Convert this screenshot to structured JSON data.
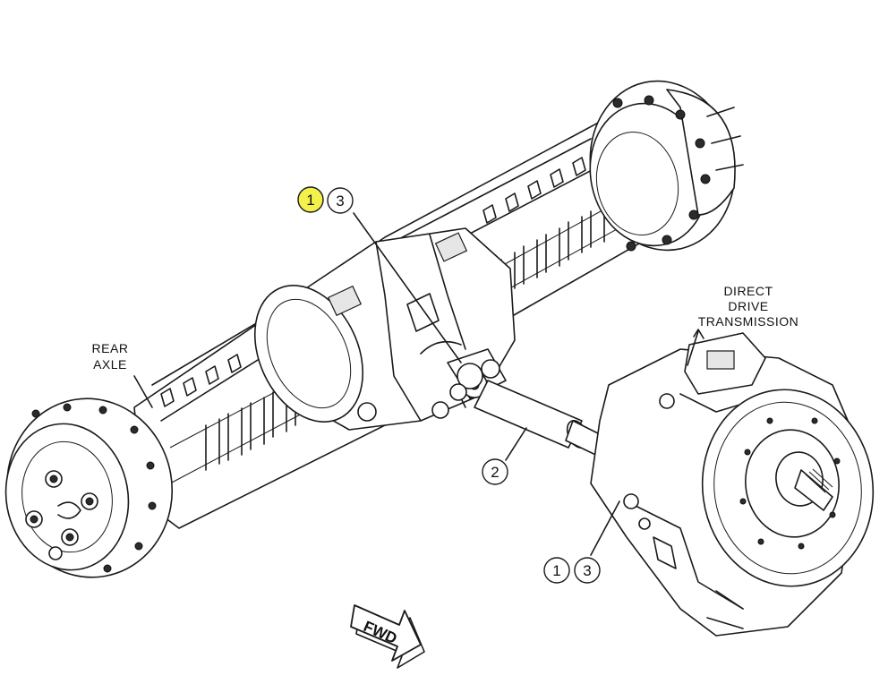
{
  "labels": {
    "rear_axle_line1": "REAR",
    "rear_axle_line2": "AXLE",
    "transmission_line1": "DIRECT",
    "transmission_line2": "DRIVE",
    "transmission_line3": "TRANSMISSION",
    "fwd": "FWD"
  },
  "callouts": {
    "top_a": "1",
    "top_b": "3",
    "middle": "2",
    "bottom_a": "1",
    "bottom_b": "3"
  },
  "colors": {
    "highlight": "#f2f24a",
    "line": "#1a1a1a",
    "background": "#ffffff"
  }
}
